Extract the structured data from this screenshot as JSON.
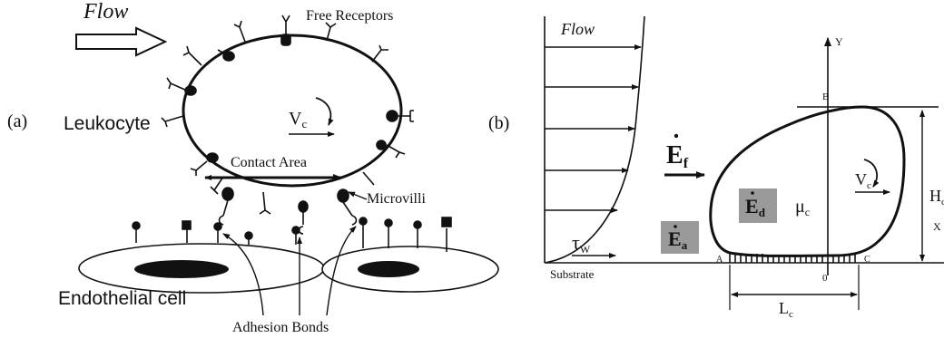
{
  "panel_a": {
    "panel_label": "(a)",
    "flow_label": "Flow",
    "free_receptors_label": "Free Receptors",
    "leukocyte_label": "Leukocyte",
    "velocity_label": "V",
    "velocity_sub": "c",
    "contact_area_label": "Contact Area",
    "microvilli_label": "Microvilli",
    "endothelial_label": "Endothelial cell",
    "adhesion_label": "Adhesion Bonds"
  },
  "panel_b": {
    "panel_label": "(b)",
    "flow_label": "Flow",
    "ef_label": "E",
    "ef_sub": "f",
    "ed_label": "E",
    "ed_sub": "d",
    "ea_label": "E",
    "ea_sub": "a",
    "mu_label": "μ",
    "mu_sub": "c",
    "vc_label": "V",
    "vc_sub": "c",
    "tau_label": "τ",
    "tau_sub": "W",
    "substrate_label": "Substrate",
    "y_label": "Y",
    "x_label": "X",
    "b_label": "B",
    "a_label": "A",
    "c_label": "C",
    "o_label": "0",
    "hc_label": "H",
    "hc_sub": "c",
    "lc_label": "L",
    "lc_sub": "c"
  },
  "colors": {
    "ink": "#111111",
    "shade": "#9a9a9a"
  }
}
